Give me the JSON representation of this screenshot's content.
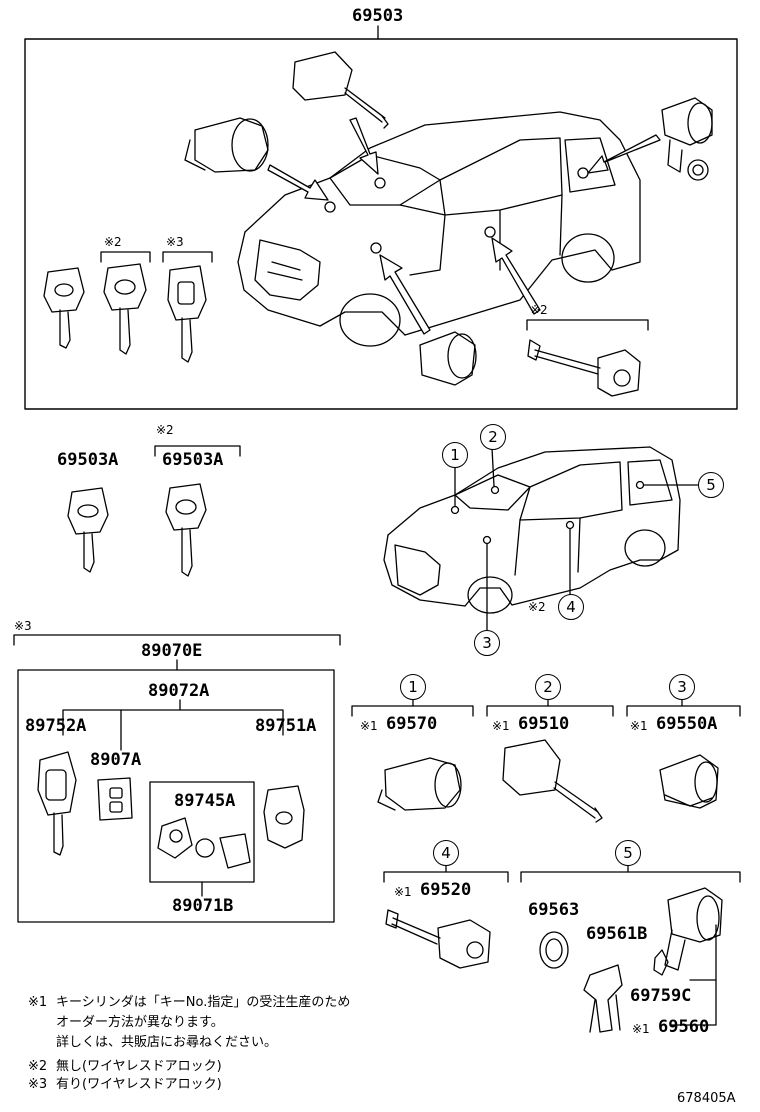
{
  "top_assembly": {
    "part_no": "69503",
    "note_left": "※2",
    "note_mid": "※3",
    "note_right": "※2"
  },
  "keys": [
    {
      "part_no": "69503A",
      "note": ""
    },
    {
      "part_no": "69503A",
      "note": "※2"
    }
  ],
  "callouts": [
    "1",
    "2",
    "3",
    "4",
    "5"
  ],
  "callout_note_4": "※2",
  "transmitter": {
    "note": "※3",
    "assy": "89070E",
    "sub_assy": "89072A",
    "left": "89752A",
    "mid": "8907A",
    "right": "89751A",
    "case": "89745A",
    "bottom": "89071B"
  },
  "groups": [
    {
      "num": "1",
      "note": "※1",
      "part_no": "69570"
    },
    {
      "num": "2",
      "note": "※1",
      "part_no": "69510"
    },
    {
      "num": "3",
      "note": "※1",
      "part_no": "69550A"
    },
    {
      "num": "4",
      "note": "※1",
      "part_no": "69520"
    },
    {
      "num": "5",
      "parts": [
        "69563",
        "69561B",
        "69759C"
      ],
      "note": "※1",
      "part_no": "69560"
    }
  ],
  "footnotes": [
    {
      "mark": "※1",
      "text": "キーシリンダは「キーNo.指定」の受注生産のため"
    },
    {
      "mark": "",
      "text": "オーダー方法が異なります。"
    },
    {
      "mark": "",
      "text": "詳しくは、共販店にお尋ねください。"
    },
    {
      "mark": "※2",
      "text": "無し(ワイヤレスドアロック)"
    },
    {
      "mark": "※3",
      "text": "有り(ワイヤレスドアロック)"
    }
  ],
  "diagram_id": "678405A"
}
